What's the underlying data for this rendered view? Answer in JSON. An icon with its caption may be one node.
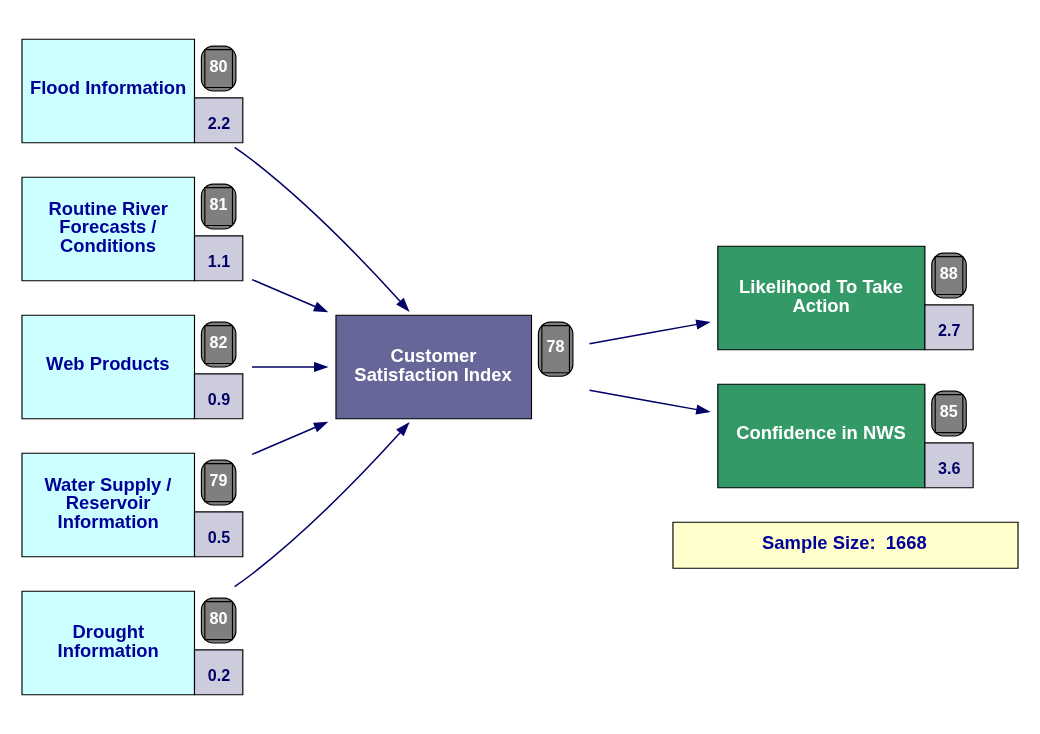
{
  "diagram": {
    "nodes": [
      {
        "text": [
          "Flood Information"
        ],
        "beside": [
          "80",
          "2.2"
        ]
      },
      {
        "text": [
          "Routine River Forecasts / Conditions"
        ],
        "beside": [
          "81",
          "1.1"
        ]
      },
      {
        "text": [
          "Web Products"
        ],
        "beside": [
          "82",
          "0.9"
        ]
      },
      {
        "text": [
          "Water Supply / Reservoir Information"
        ],
        "beside": [
          "79",
          "0.5"
        ]
      },
      {
        "text": [
          "Drought Information"
        ],
        "beside": [
          "80",
          "0.2"
        ]
      },
      {
        "text": [
          "Customer Satisfaction Index"
        ],
        "beside": [
          "78"
        ]
      },
      {
        "text": [
          "Likelihood To Take Action"
        ],
        "beside": [
          "88",
          "2.7"
        ]
      },
      {
        "text": [
          "Confidence in NWS"
        ],
        "beside": [
          "85",
          "3.6"
        ]
      },
      {
        "text": [
          "Sample Size:  1668"
        ]
      }
    ],
    "edges": [
      {
        "from": 0,
        "to": 5,
        "arrow": "to"
      },
      {
        "from": 1,
        "to": 5,
        "arrow": "to"
      },
      {
        "from": 2,
        "to": 5,
        "arrow": "to"
      },
      {
        "from": 3,
        "to": 5,
        "arrow": "to"
      },
      {
        "from": 4,
        "to": 5,
        "arrow": "to"
      },
      {
        "from": 5,
        "to": 6,
        "arrow": "to"
      },
      {
        "from": 5,
        "to": 7,
        "arrow": "to"
      }
    ]
  }
}
